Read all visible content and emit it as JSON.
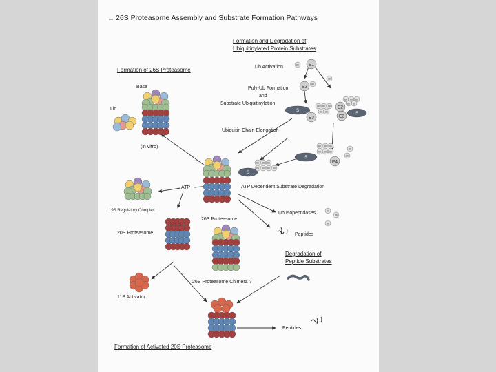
{
  "title": "26S Proteasome Assembly and Substrate Formation Pathways",
  "sections": {
    "formation_26s": "Formation of 26S Proteasome",
    "degradation_header_line1": "Formation and Degradation of",
    "degradation_header_line2": "Ubiquitinylated Protein Substrates",
    "degradation_peptides_line1": "Degradation of",
    "degradation_peptides_line2": "Peptide Substrates",
    "formation_activated_20s": "Formation of Activated 20S Proteasome"
  },
  "labels": {
    "base": "Base",
    "lid": "Lid",
    "in_vitro": "(in vitro)",
    "atp": "ATP",
    "regulatory_19s": "19S Regulatory Complex",
    "proteasome_20s": "20S Proteasome",
    "proteasome_26s": "26S Proteasome",
    "chimera_26s": "26S Proteasome Chimera ?",
    "activator_11s": "11S Activator",
    "ub_activation": "Ub Activation",
    "poly_ub_line1": "Poly-Ub Formation",
    "poly_ub_line2": "and",
    "poly_ub_line3": "Substrate Ubiquitinylation",
    "chain_elongation": "Ubiquitin Chain Elongation",
    "atp_dependent": "ATP Dependent Substrate Degradation",
    "ub_isopeptidases": "Ub Isopeptidases",
    "peptides_upper": "Peptides",
    "peptides_lower": "Peptides"
  },
  "enzymes": [
    "E1",
    "E2",
    "E2",
    "E3",
    "E3",
    "E4"
  ],
  "small_tags": {
    "ub": "Ub",
    "substrate": "S"
  },
  "colors": {
    "alpha_ring": "#a33f3f",
    "beta_ring": "#5f86b4",
    "lid_yellow": "#f1cf6e",
    "base_green": "#9fbf92",
    "lid_blue": "#9bbad8",
    "lid_purple": "#9d86b8",
    "lid_pink": "#e59a95",
    "activator_orange": "#d9674c",
    "enzyme_fill": "#cfcfcf",
    "substrate_fill": "#5a6472"
  }
}
